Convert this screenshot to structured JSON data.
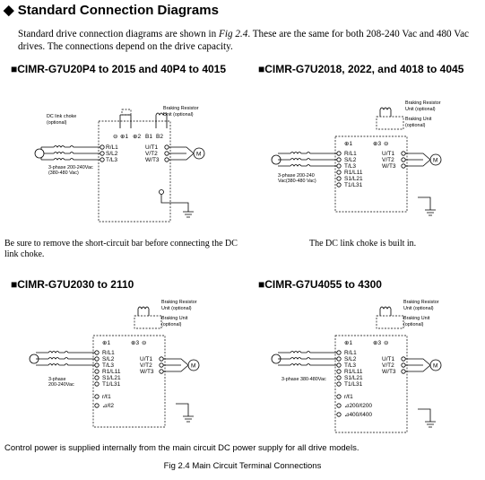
{
  "heading": "Standard Connection Diagrams",
  "intro": {
    "before": "Standard drive connection diagrams are shown in ",
    "figref": "Fig 2.4",
    "after": ". These are the same for both 208-240 Vac and 480 Vac drives. The connections depend on the drive capacity."
  },
  "sections": [
    {
      "title": "CIMR-G7U20P4 to 2015 and 40P4 to 4015"
    },
    {
      "title": "CIMR-G7U2018, 2022, and 4018 to 4045"
    },
    {
      "title": "CIMR-G7U2030 to 2110"
    },
    {
      "title": "CIMR-G7U4055 to 4300"
    }
  ],
  "notes": {
    "short_circuit": "Be sure to remove the short-circuit bar before connecting the DC link choke.",
    "builtin_choke": "The DC link choke is built in.",
    "control_power": "Control power is supplied internally from the main circuit DC power supply for all drive models."
  },
  "caption": "Fig 2.4  Main Circuit Terminal Connections",
  "labels": {
    "dc_link_choke": "DC link choke",
    "optional": "(optional)",
    "braking_resistor": "Braking Resistor",
    "braking_resistor_unit": "Unit (optional)",
    "braking_unit": "Braking Unit",
    "braking_unit_opt": "(optional)",
    "supply_a1": "3-phase 200-240Vac",
    "supply_a2": "(380-480 Vac)",
    "supply_b1": "3-phase 200-240",
    "supply_b2": "Vac(380-480 Vac)",
    "supply_c1": "3-phase",
    "supply_c2": "200-240Vac",
    "supply_d": "3-phase 380-480Vac",
    "plus1": "⊕1",
    "plus2": "⊕2",
    "b1": "B1",
    "b2": "B2",
    "plus3": "⊕3",
    "minus": "⊖",
    "r": "R/L1",
    "s": "S/L2",
    "t": "T/L3",
    "r1": "R1/L11",
    "s1": "S1/L21",
    "t1": "T1/L31",
    "u": "U/T1",
    "v": "V/T2",
    "w": "W/T3",
    "motor": "M",
    "r1ctl": "r/ℓ1",
    "del2": "⊿/ℓ2",
    "d200": "⊿200/ℓ200",
    "d400": "⊿400/ℓ400"
  }
}
